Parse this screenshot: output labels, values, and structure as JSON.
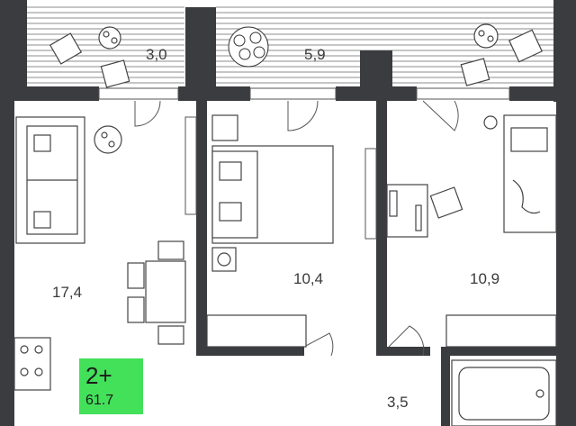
{
  "plan": {
    "rooms": [
      {
        "id": "balcony-left",
        "area": "3,0"
      },
      {
        "id": "balcony-middle",
        "area": "5,9"
      },
      {
        "id": "living-kitchen",
        "area": "17,4"
      },
      {
        "id": "bedroom-middle",
        "area": "10,4"
      },
      {
        "id": "bedroom-right",
        "area": "10,9"
      },
      {
        "id": "hallway",
        "area": "3,5"
      }
    ]
  },
  "badge": {
    "rooms": "2+",
    "area": "61.7",
    "color": "#43e05a"
  },
  "colors": {
    "wall": "#3a3c3f",
    "line": "#555555",
    "furniture_fill": "#ffffff"
  }
}
